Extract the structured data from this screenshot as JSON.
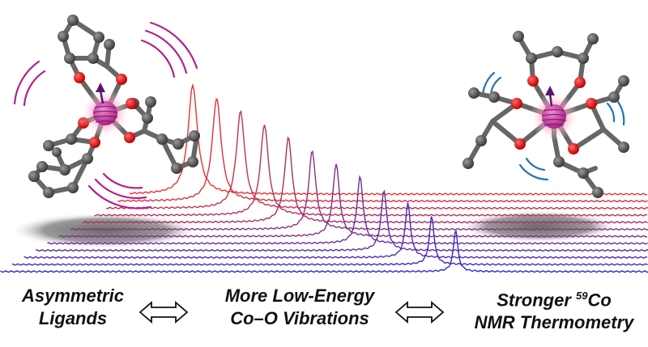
{
  "captions": {
    "left": [
      "Asymmetric",
      "Ligands"
    ],
    "middle": [
      "More Low-Energy",
      "Co–O Vibrations"
    ],
    "right_line1_prefix": "Stronger ",
    "right_line1_sup": "59",
    "right_line1_suffix": "Co",
    "right_line2": "NMR Thermometry"
  },
  "icons": {
    "arrows": "double-headed-arrow-icon",
    "molecules": "cobalt-complex-ball-and-stick"
  },
  "colors": {
    "spectrum_start": "#e8332f",
    "spectrum_end": "#2a2ad0",
    "cobalt": "#d84bb3",
    "oxygen": "#e01010",
    "carbon": "#5a5a5a",
    "vibration_left": "#b0208a",
    "vibration_right": "#2273b8"
  },
  "spectra": {
    "count": 12
  }
}
